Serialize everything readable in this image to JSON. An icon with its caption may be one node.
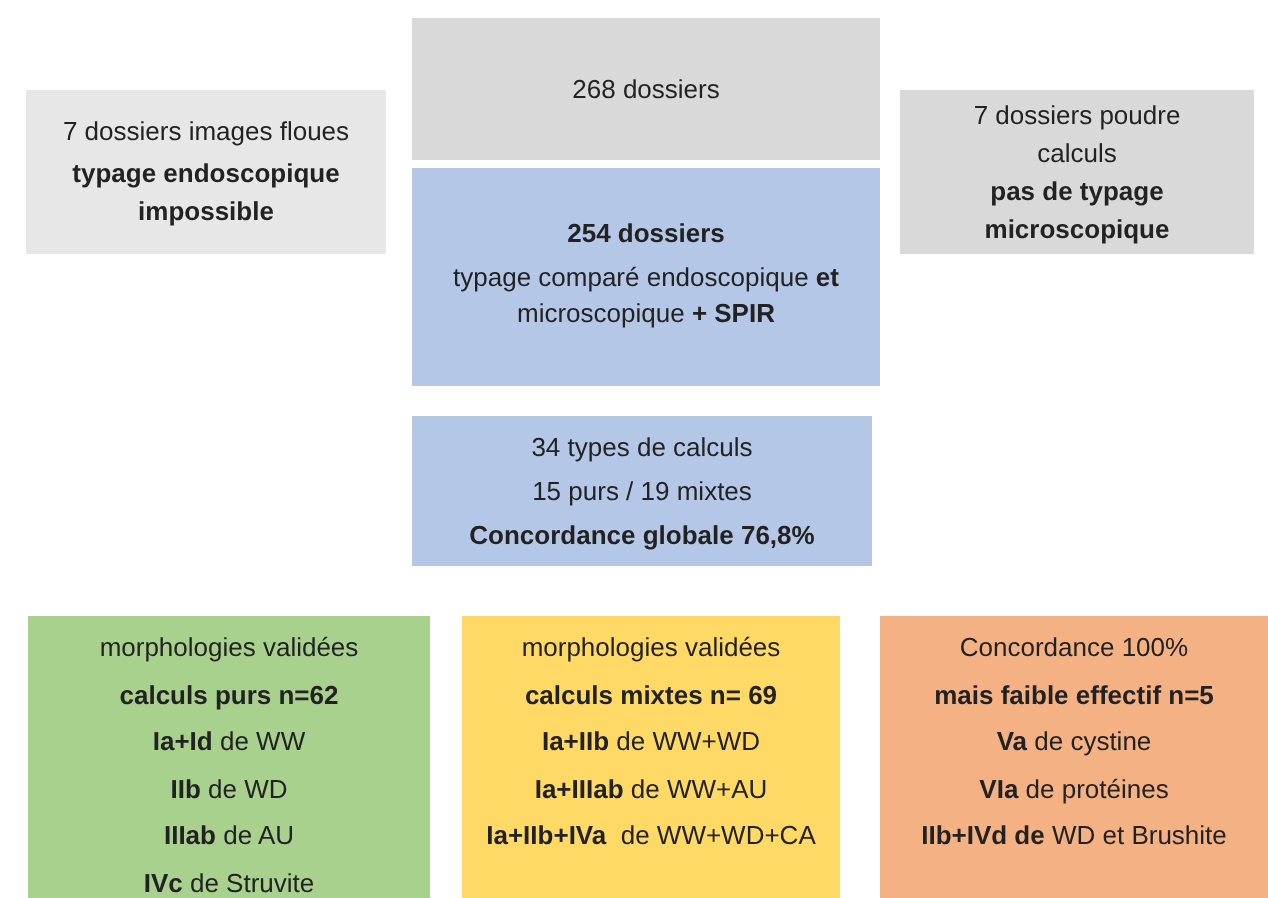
{
  "diagram": {
    "nodes": [
      {
        "text": [
          "268 dossiers"
        ]
      },
      {
        "text": [
          "7 dossiers images floues",
          "**typage endoscopique impossible**"
        ]
      },
      {
        "text": [
          "7 dossiers poudre calculs",
          "**pas de typage microscopique**"
        ]
      },
      {
        "text": [
          "**254 dossiers**",
          "typage comparé endoscopique **et** microscopique **+ SPIR**"
        ]
      },
      {
        "text": [
          "34 types de calculs",
          "15 purs / 19 mixtes",
          "**Concordance globale 76,8%**"
        ]
      },
      {
        "text": [
          "morphologies validées",
          "**calculs purs n=62**",
          "**Ia+Id** de WW",
          "**IIb** de WD",
          "**IIIab** de AU",
          "**IVc** de Struvite"
        ]
      },
      {
        "text": [
          "morphologies validées",
          "**calculs mixtes n= 69**",
          "**Ia+IIb** de WW+WD",
          "**Ia+IIIab** de WW+AU",
          "**Ia+IIb+IVa**  de WW+WD+CA"
        ]
      },
      {
        "text": [
          "Concordance 100%",
          "**mais faible effectif n=5**",
          "**Va** de cystine",
          "**VIa** de protéines",
          "**IIb+IVd de** WD et Brushite"
        ]
      }
    ]
  }
}
